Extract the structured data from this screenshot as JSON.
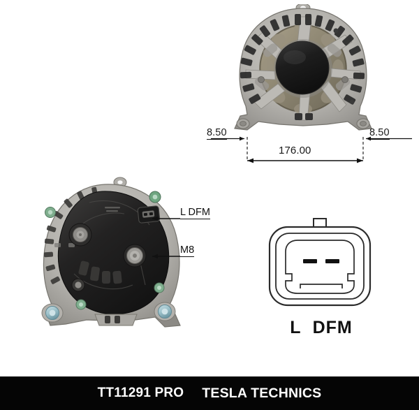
{
  "product": {
    "part_number": "TT11291 PRO",
    "brand": "TESLA TECHNICS"
  },
  "views": {
    "front": {
      "name": "alternator-front-view",
      "description": "Alternator drive-end front view with ventilated aluminium housing and central pulley hub"
    },
    "rear": {
      "name": "alternator-rear-view",
      "description": "Alternator slip-ring-end rear view with black regulator cover, connector and B+ stud"
    },
    "connector": {
      "name": "connector-pinout-diagram",
      "description": "Two-pin regulator plug outline drawing"
    }
  },
  "dimensions": {
    "left_hole": "8.50",
    "right_hole": "8.50",
    "span": "176.00"
  },
  "callouts": {
    "connector": "L DFM",
    "terminal": "M8"
  },
  "connector_pinout": {
    "pin_left": "L",
    "pin_right": "DFM",
    "pin_count": 2
  },
  "colors": {
    "footer_background": "#050505",
    "footer_text": "#ffffff",
    "dimension_line": "#111111",
    "housing_light": "#b9b7b2",
    "housing_dark": "#6e6c68",
    "cover_black": "#201f1f",
    "bolt_teal": "#9fc3cc"
  }
}
